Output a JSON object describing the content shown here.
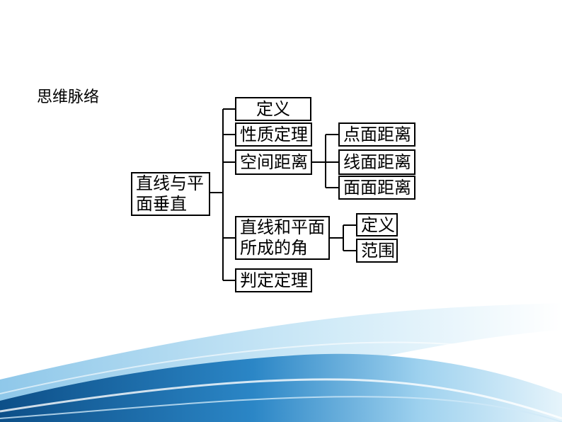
{
  "title": "思维脉络",
  "root": {
    "line1": "直线与平",
    "line2": "面垂直"
  },
  "level1": {
    "definition": "定义",
    "property_theorem": "性质定理",
    "space_distance": "空间距离",
    "angle": {
      "line1": "直线和平面",
      "line2": "所成的角"
    },
    "judgement_theorem": "判定定理"
  },
  "distance_children": [
    "点面距离",
    "线面距离",
    "面面距离"
  ],
  "angle_children": [
    "定义",
    "范围"
  ],
  "colors": {
    "wave_dark": "#1565a3",
    "wave_light": "#7fc4ea"
  }
}
